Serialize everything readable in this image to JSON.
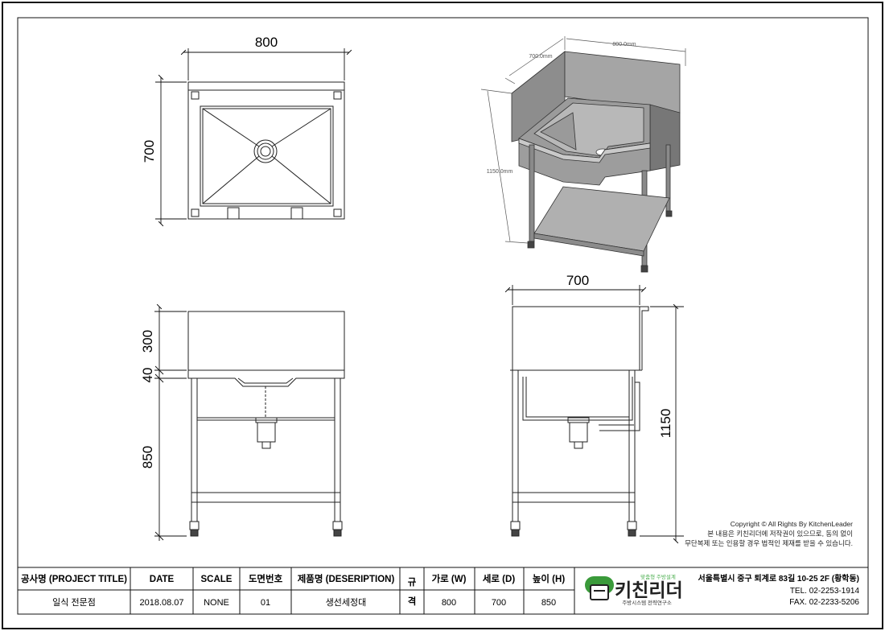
{
  "drawing": {
    "plan_width_label": "800",
    "plan_depth_label": "700",
    "front_height_top": "300",
    "front_height_mid": "40",
    "front_height_leg": "850",
    "side_width_label": "700",
    "side_total_height": "1150",
    "iso_width_label": "800.0mm",
    "iso_depth_label": "700.0mm",
    "iso_height_label": "1150.0mm"
  },
  "copyright": {
    "line1": "Copyright © All Rights By KitchenLeader",
    "line2": "본 내용은 키친리더에 저작권이 있으므로, 동의 없이",
    "line3": "무단복제 또는 인용할 경우 법적인 제재를 받을 수 있습니다."
  },
  "title_block": {
    "project_title_header": "공사명 (PROJECT TITLE)",
    "project_title_value": "일식 전문점",
    "date_header": "DATE",
    "date_value": "2018.08.07",
    "scale_header": "SCALE",
    "scale_value": "NONE",
    "drawing_no_header": "도면번호",
    "drawing_no_value": "01",
    "product_header": "제품명 (DESERIPTION)",
    "product_value": "생선세정대",
    "spec_header_top": "규",
    "spec_header_bottom": "격",
    "width_header": "가로 (W)",
    "width_value": "800",
    "depth_header": "세로 (D)",
    "depth_value": "700",
    "height_header": "높이 (H)",
    "height_value": "850"
  },
  "company": {
    "logo_text": "키친리더",
    "logo_tagline": "맞춤형 주방설계",
    "logo_subtitle": "주방시스템 전략연구소",
    "address": "서울특별시 중구 퇴계로 83길 10-25 2F (황학동)",
    "tel": "TEL. 02-2253-1914",
    "fax": "FAX. 02-2233-5206",
    "colors": {
      "logo_green": "#3a9a3a",
      "logo_dark": "#222222",
      "tagline_green": "#4caf50"
    }
  }
}
